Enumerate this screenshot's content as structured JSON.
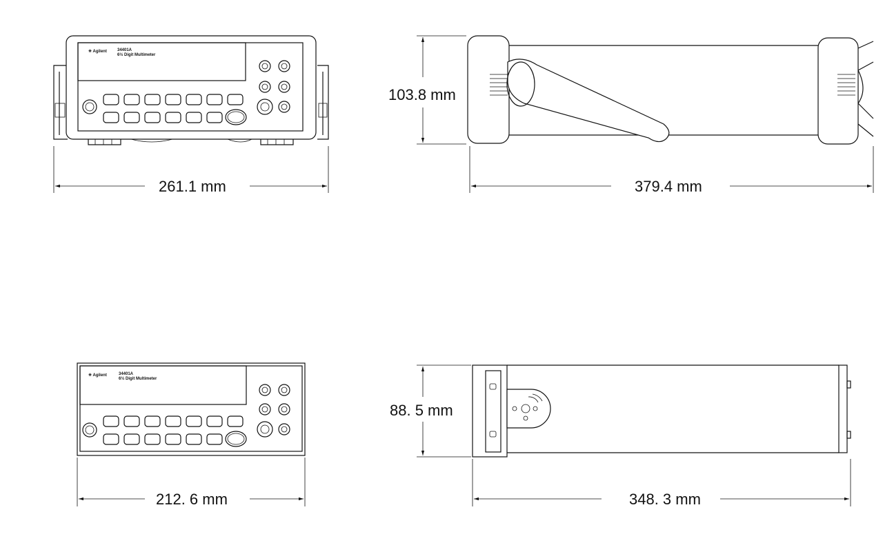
{
  "views": {
    "front_with_handle": {
      "label": "261.1 mm",
      "brand": "Agilent",
      "model": "34401A",
      "subtitle": "6½ Digit Multimeter"
    },
    "side_with_handle": {
      "height_label": "103.8 mm",
      "width_label": "379.4 mm"
    },
    "front_no_handle": {
      "label": "212. 6 mm",
      "brand": "Agilent",
      "model": "34401A",
      "subtitle": "6½ Digit Multimeter"
    },
    "side_no_handle": {
      "height_label": "88. 5 mm",
      "width_label": "348. 3 mm"
    }
  },
  "colors": {
    "line": "#111111",
    "background": "#ffffff"
  }
}
